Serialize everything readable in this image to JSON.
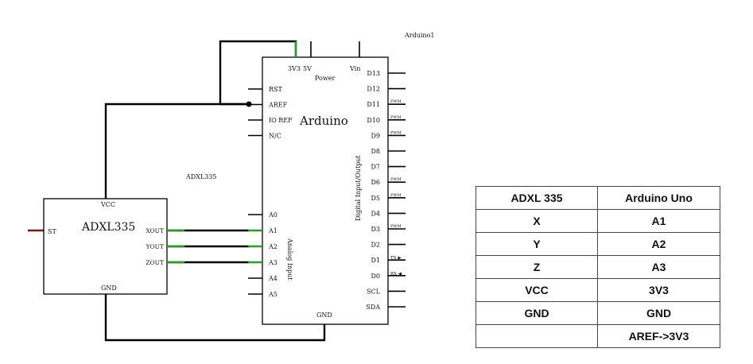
{
  "arduino": {
    "title": "Arduino",
    "corner_label": "Arduino1",
    "power_label": "Power",
    "analog_label": "Analog Input",
    "digital_label": "Digital Input/Output",
    "top_pins": [
      "3V3",
      "5V",
      "Vin"
    ],
    "left_pins": [
      "RST",
      "AREF",
      "IO REF",
      "N/C"
    ],
    "analog_pins": [
      "A0",
      "A1",
      "A2",
      "A3",
      "A4",
      "A5"
    ],
    "right_pins": [
      "D13",
      "D12",
      "D11",
      "D10",
      "D9",
      "D8",
      "D7",
      "D6",
      "D5",
      "D4",
      "D3",
      "D2",
      "D1",
      "D0",
      "SCL",
      "SDA"
    ],
    "pwm_label": "PWM",
    "pwm_pins": [
      "D11",
      "D10",
      "D9",
      "D6",
      "D5",
      "D3"
    ],
    "tx_label": "TX ▶",
    "rx_label": "RX ◀",
    "gnd_label": "GND"
  },
  "adxl": {
    "title": "ADXL335",
    "floating_label": "ADXL335",
    "vcc_label": "VCC",
    "gnd_label": "GND",
    "st_label": "ST",
    "outputs": [
      "XOUT",
      "YOUT",
      "ZOUT"
    ]
  },
  "connection_table": {
    "headers": [
      "ADXL 335",
      "Arduino Uno"
    ],
    "rows": [
      [
        "X",
        "A1"
      ],
      [
        "Y",
        "A2"
      ],
      [
        "Z",
        "A3"
      ],
      [
        "VCC",
        "3V3"
      ],
      [
        "GND",
        "GND"
      ],
      [
        "",
        "AREF->3V3"
      ]
    ]
  }
}
